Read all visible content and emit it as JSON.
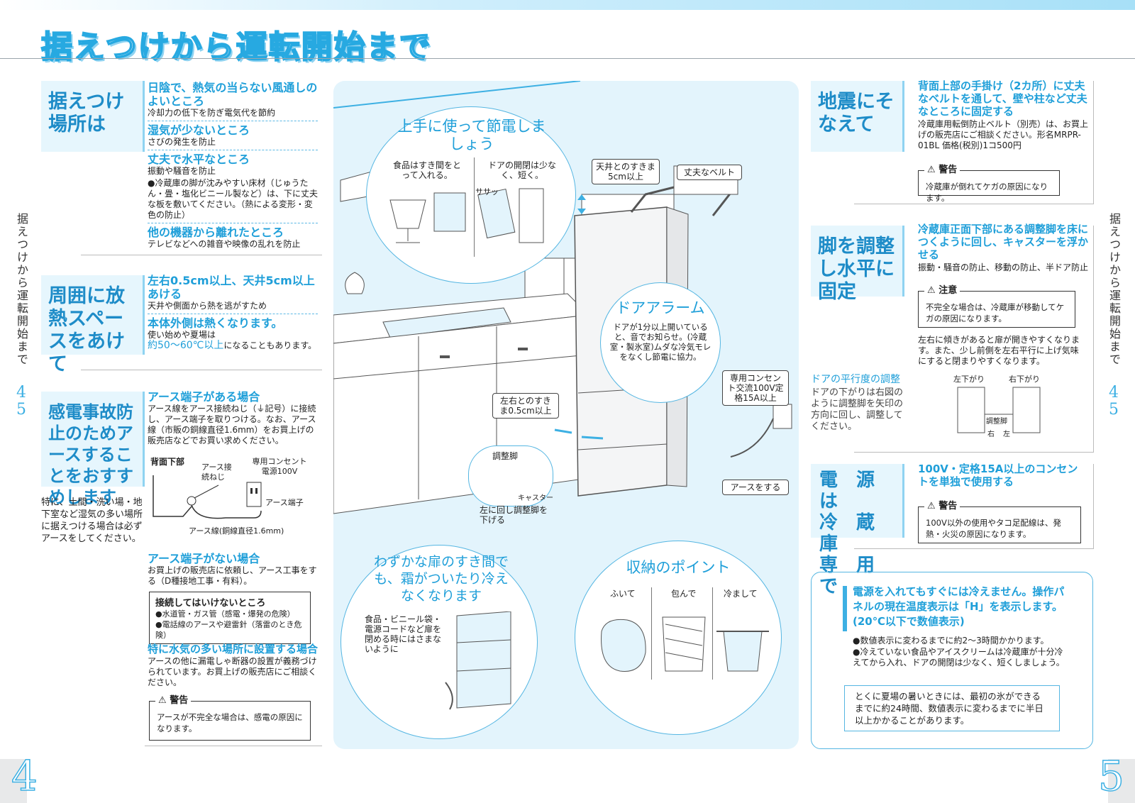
{
  "page_title": "据えつけから運転開始まで",
  "side_tab_text": "据えつけから運転開始まで",
  "page_numbers": {
    "left": "4",
    "right": "5",
    "side_top": "4",
    "side_bottom": "5"
  },
  "sections_left": {
    "placement": {
      "label": "据えつけ場所は",
      "items": [
        {
          "heading": "日陰で、熱気の当らない風通しのよいところ",
          "text": "冷却力の低下を防ぎ電気代を節約"
        },
        {
          "heading": "湿気が少ないところ",
          "text": "さびの発生を防止"
        },
        {
          "heading": "丈夫で水平なところ",
          "text": "振動や騒音を防止",
          "note": "●冷蔵庫の脚が沈みやすい床材（じゅうたん・畳・塩化ビニール製など）は、下に丈夫な板を敷いてください。（熱による変形・変色の防止）"
        },
        {
          "heading": "他の機器から離れたところ",
          "text": "テレビなどへの雑音や映像の乱れを防止"
        }
      ]
    },
    "spacing": {
      "label": "周囲に放熱スペースをあけて",
      "items": [
        {
          "heading": "左右0.5cm以上、天井5cm以上あける",
          "text": "天井や側面から熱を逃がすため"
        },
        {
          "heading": "本体外側は熱くなります。",
          "text_a": "使い始めや夏場は",
          "text_b": "約50～60℃以上",
          "text_c": "になることもあります。"
        }
      ]
    },
    "earth": {
      "label": "感電事故防止のためアースすることをおすすめします",
      "note": "特に、土間・洗い場・地下室など湿気の多い場所に据えつける場合は必ずアースをしてください。",
      "with_terminal_heading": "アース端子がある場合",
      "with_terminal_text": "アース線をアース接続ねじ（⏚記号）に接続し、アース端子を取りつける。なお、アース線（市販の銅線直径1.6mm）をお買上げの販売店などでお買い求めください。",
      "diagram": {
        "back_bottom": "背面下部",
        "screw": "アース接続ねじ",
        "outlet": "専用コンセント電源100V",
        "terminal": "アース端子",
        "wire": "アース線(銅線直径1.6mm)"
      },
      "without_terminal_heading": "アース端子がない場合",
      "without_terminal_text": "お買上げの販売店に依頼し、アース工事をする（D種接地工事・有料）。",
      "dont_connect_title": "接続してはいけないところ",
      "dont_connect_items": [
        "●水道管・ガス管（感電・爆発の危険）",
        "●電話線のアースや避雷針（落雷のとき危険）"
      ],
      "humid_heading": "特に水気の多い場所に設置する場合",
      "humid_text": "アースの他に漏電しゃ断器の設置が義務づけられています。お買上げの販売店にご相談ください。",
      "warning_title": "警告",
      "warning_text": "アースが不完全な場合は、感電の原因になります。"
    }
  },
  "center": {
    "circle_top": {
      "title": "上手に使って節電しましょう",
      "left_caption": "食品はすき間をとって入れる。",
      "right_caption": "ドアの開閉は少なく、短く。",
      "sound": "ササッ"
    },
    "callouts": {
      "ceiling_gap": "天井とのすきま5cm以上",
      "belt": "丈夫なベルト",
      "side_gap": "左右とのすきま0.5cm以上",
      "outlet": "専用コンセント交流100V定格15A以上",
      "earth": "アースをする",
      "adjust_foot": "調整脚",
      "caster": "キャスター",
      "lower_foot": "左に回し調整脚を下げる"
    },
    "door_alarm": {
      "title": "ドアアラーム",
      "text": "ドアが1分以上開いていると、音でお知らせ。(冷蔵室・製氷室)ムダな冷気モレをなくし節電に協力。"
    },
    "circle_bottom_left": {
      "title": "わずかな扉のすき間でも、霜がついたり冷えなくなります",
      "text": "食品・ビニール袋・電源コードなど扉を閉める時にはさまないように"
    },
    "circle_bottom_right": {
      "title": "収納のポイント",
      "steps": [
        "ふいて",
        "包んで",
        "冷まして"
      ]
    }
  },
  "sections_right": {
    "earthquake": {
      "label": "地震にそなえて",
      "heading": "背面上部の手掛け（2カ所）に丈夫なベルトを通して、壁や柱など丈夫なところに固定する",
      "text": "冷蔵庫用転倒防止ベルト（別売）は、お買上げの販売店にご相談ください。形名MRPR-01BL 価格(税別)1コ500円",
      "warning_title": "警告",
      "warning_text": "冷蔵庫が倒れてケガの原因になります。"
    },
    "level": {
      "label": "脚を調整し水平に固定",
      "heading": "冷蔵庫正面下部にある調整脚を床につくように回し、キャスターを浮かせる",
      "text": "振動・騒音の防止、移動の防止、半ドア防止",
      "caution_title": "注意",
      "caution_text": "不完全な場合は、冷蔵庫が移動してケガの原因になります。",
      "tilt_text": "左右に傾きがあると扉が開きやすくなります。また、少し前側を左右平行に上げ気味にすると閉まりやすくなります。",
      "door_adjust_title": "ドアの平行度の調整",
      "door_adjust_text": "ドアの下がりは右図のように調整脚を矢印の方向に回し、調整してください。",
      "left_down": "左下がり",
      "right_down": "右下がり",
      "adjust_foot": "調整脚",
      "right": "右",
      "left": "左"
    },
    "power": {
      "label_lines": [
        "電　源　は",
        "冷　蔵　庫",
        "専　用　で"
      ],
      "heading": "100V・定格15A以上のコンセントを単独で使用する",
      "warning_title": "警告",
      "warning_text": "100V以外の使用やタコ足配線は、発熱・火災の原因になります。"
    },
    "notice": {
      "heading": "電源を入れてもすぐには冷えません。操作パネルの現在温度表示は「H」を表示します。(20℃以下で数値表示)",
      "items": [
        "●数値表示に変わるまでに約2～3時間かかります。",
        "●冷えていない食品やアイスクリームは冷蔵庫が十分冷えてから入れ、ドアの開閉は少なく、短くしましょう。"
      ],
      "box_text": "とくに夏場の暑いときには、最初の氷ができるまでに約24時間、数値表示に変わるまでに半日以上かかることがあります。"
    }
  },
  "colors": {
    "accent": "#1f9fd9",
    "panel": "#e3f4fc",
    "label_bg": "#e6f6fd",
    "border": "#55b6e2"
  }
}
